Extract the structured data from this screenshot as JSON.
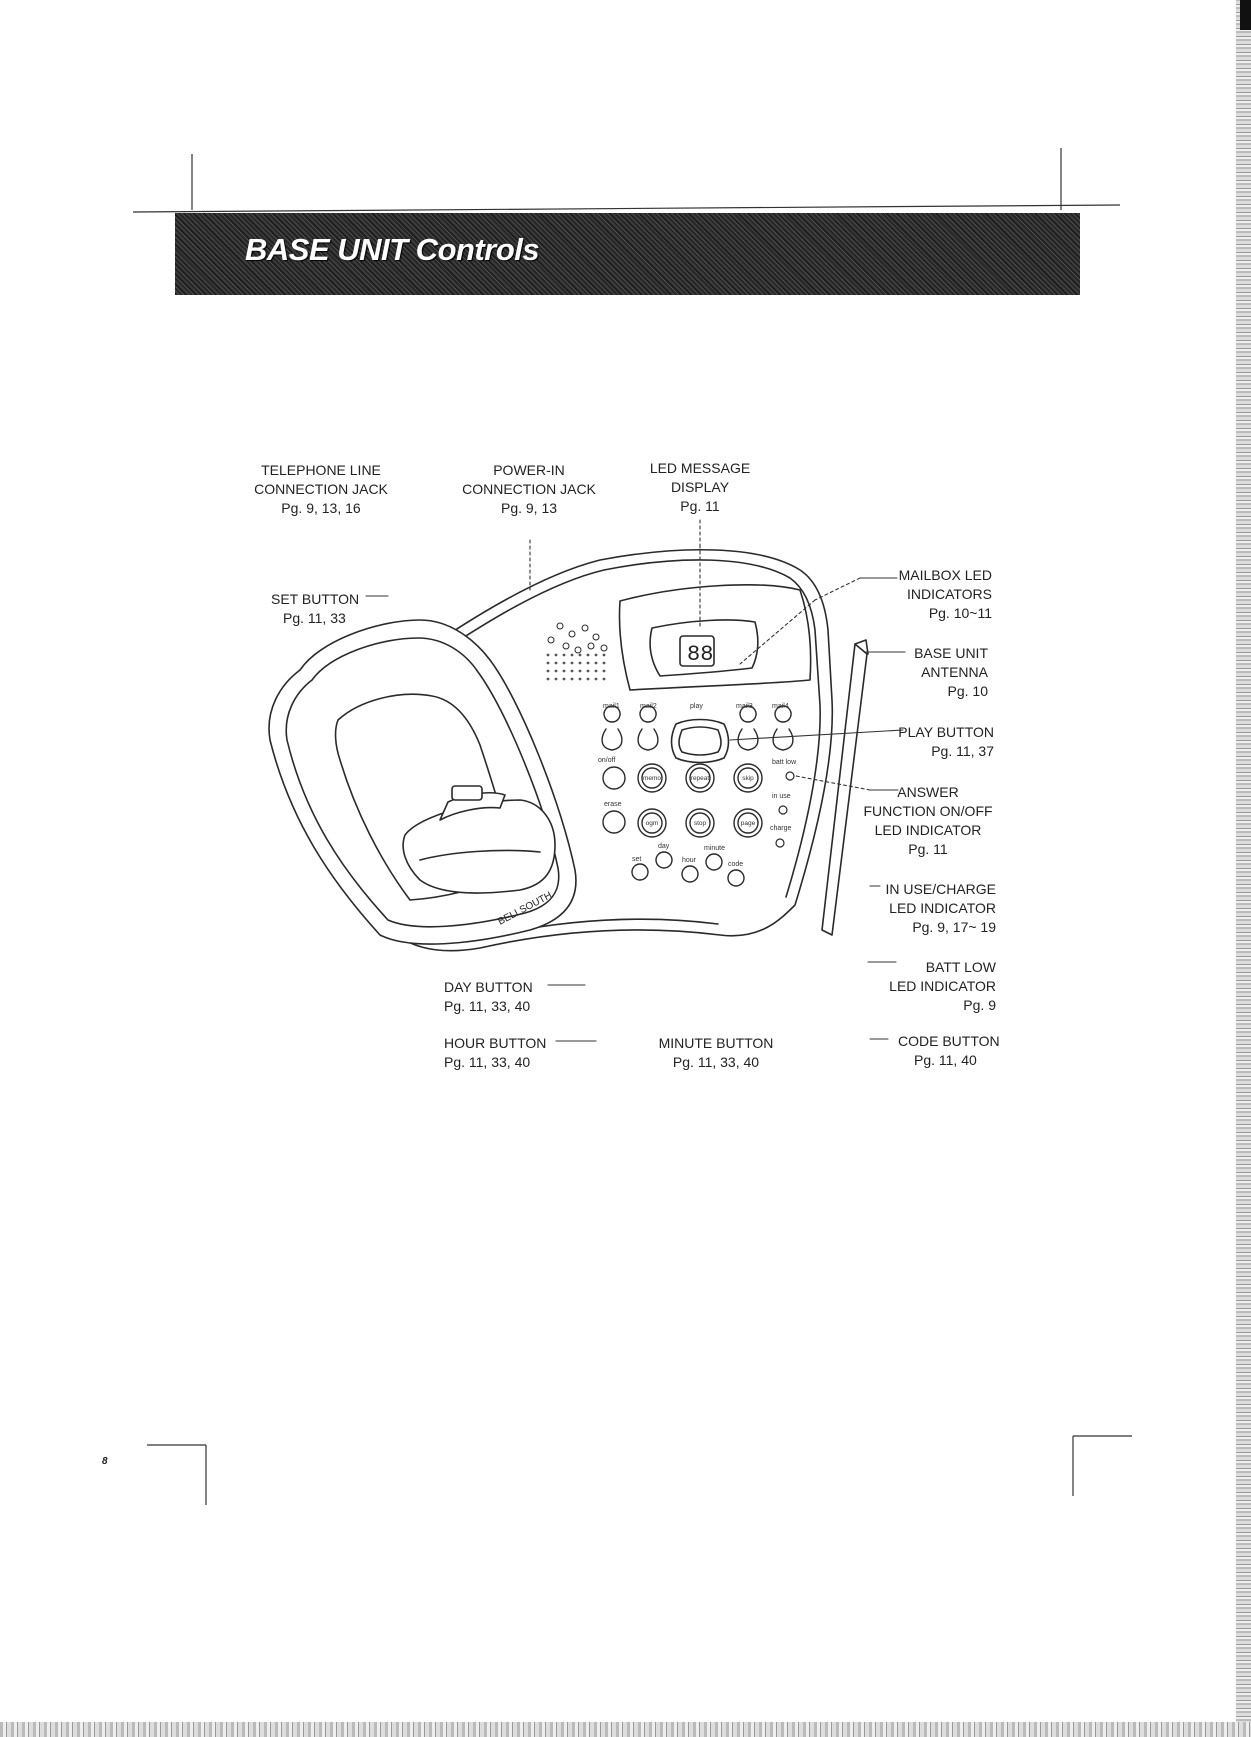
{
  "header": {
    "title": "BASE UNIT Controls"
  },
  "callouts": {
    "telephone_line": {
      "l1": "TELEPHONE LINE",
      "l2": "CONNECTION JACK",
      "l3": "Pg. 9, 13, 16"
    },
    "power_in": {
      "l1": "POWER-IN",
      "l2": "CONNECTION JACK",
      "l3": "Pg. 9, 13"
    },
    "led_message": {
      "l1": "LED MESSAGE",
      "l2": "DISPLAY",
      "l3": "Pg. 11"
    },
    "set_button": {
      "l1": "SET BUTTON",
      "l2": "Pg. 11, 33"
    },
    "mailbox_led": {
      "l1": "MAILBOX LED",
      "l2": "INDICATORS",
      "l3": "Pg. 10~11"
    },
    "antenna": {
      "l1": "BASE UNIT",
      "l2": "ANTENNA",
      "l3": "Pg. 10"
    },
    "play_button": {
      "l1": "PLAY BUTTON",
      "l2": "Pg. 11, 37"
    },
    "answer_function": {
      "l1": "ANSWER",
      "l2": "FUNCTION ON/OFF",
      "l3": "LED INDICATOR",
      "l4": "Pg. 11"
    },
    "in_use_charge": {
      "l1": "IN USE/CHARGE",
      "l2": "LED INDICATOR",
      "l3": "Pg. 9, 17~ 19"
    },
    "batt_low": {
      "l1": "BATT LOW",
      "l2": "LED INDICATOR",
      "l3": "Pg. 9"
    },
    "day_button": {
      "l1": "DAY BUTTON",
      "l2": "Pg. 11, 33, 40"
    },
    "hour_button": {
      "l1": "HOUR BUTTON",
      "l2": "Pg. 11, 33, 40"
    },
    "minute_button": {
      "l1": "MINUTE BUTTON",
      "l2": "Pg. 11, 33, 40"
    },
    "code_button": {
      "l1": "CODE BUTTON",
      "l2": "Pg. 11, 40"
    }
  },
  "device": {
    "display_digits": "88",
    "brand": "BELLSOUTH",
    "mailbox_labels": [
      "mail1",
      "mail2",
      "mail3",
      "mail4"
    ],
    "play_label": "play",
    "key_labels": [
      "memo",
      "repeat",
      "skip",
      "ogm",
      "stop",
      "page"
    ],
    "side_labels": [
      "on/off",
      "erase",
      "set",
      "day",
      "hour",
      "minute",
      "code"
    ],
    "led_labels": [
      "in use",
      "charge",
      "batt low"
    ]
  },
  "footer": {
    "page_number": "8"
  }
}
